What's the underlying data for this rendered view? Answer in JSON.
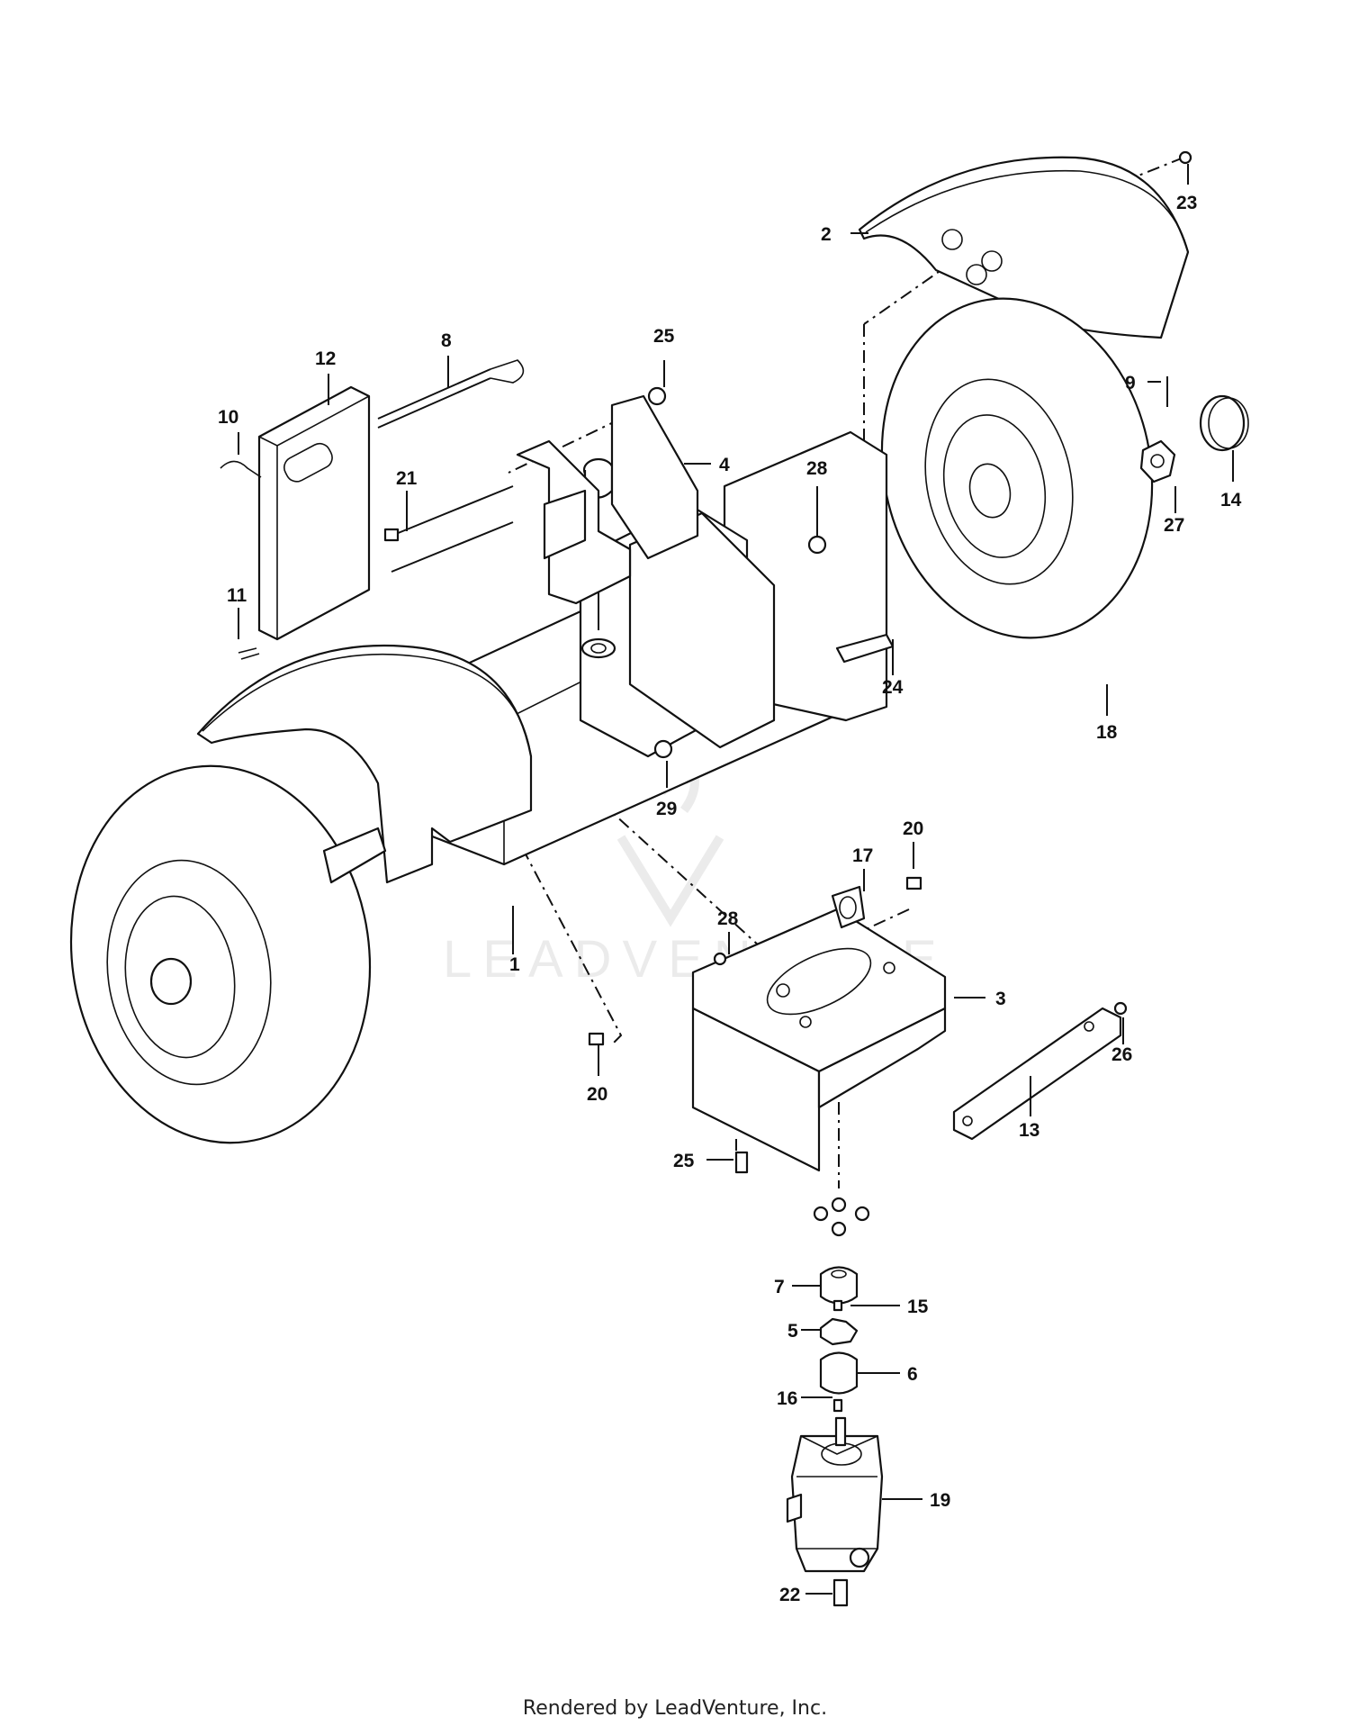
{
  "diagram": {
    "callouts": [
      "1",
      "2",
      "3",
      "4",
      "5",
      "6",
      "7",
      "8",
      "9",
      "10",
      "11",
      "12",
      "13",
      "14",
      "15",
      "16",
      "17",
      "18",
      "19",
      "20",
      "20",
      "21",
      "22",
      "23",
      "24",
      "25",
      "25",
      "26",
      "27",
      "28",
      "28",
      "29"
    ],
    "watermark": "LEADVENTURE"
  },
  "footer": {
    "text": "Rendered by LeadVenture, Inc."
  }
}
